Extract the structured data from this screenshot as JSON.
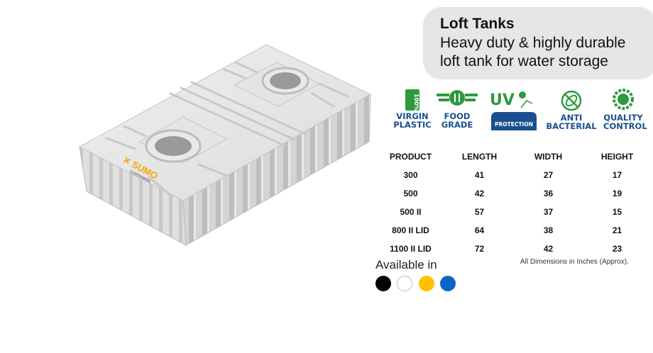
{
  "header": {
    "title": "Loft Tanks",
    "subtitle_lines": [
      "Heavy duty & highly durable",
      "loft tank for water storage"
    ]
  },
  "features": [
    {
      "icon": "virgin-plastic-icon",
      "badge": "100%",
      "lines": [
        "VIRGIN",
        "PLASTIC"
      ]
    },
    {
      "icon": "food-grade-icon",
      "lines": [
        "FOOD",
        "GRADE"
      ]
    },
    {
      "icon": "uv-protection-icon",
      "badge": "UV",
      "lines": [
        "PROTECTION"
      ]
    },
    {
      "icon": "anti-bacterial-icon",
      "lines": [
        "ANTI BACTERIAL"
      ]
    },
    {
      "icon": "quality-control-icon",
      "lines": [
        "QUALITY",
        "CONTROL"
      ]
    }
  ],
  "table": {
    "headers": [
      "PRODUCT",
      "LENGTH",
      "WIDTH",
      "HEIGHT"
    ],
    "rows": [
      [
        "300",
        "41",
        "27",
        "17"
      ],
      [
        "500",
        "42",
        "36",
        "19"
      ],
      [
        "500 II",
        "57",
        "37",
        "15"
      ],
      [
        "800 II LID",
        "64",
        "38",
        "21"
      ],
      [
        "1100 II LID",
        "72",
        "42",
        "23"
      ]
    ],
    "note": "All Dimensions in Inches (Approx)."
  },
  "availability": {
    "label": "Available in",
    "colors": [
      "#000000",
      "#ffffff",
      "#ffc000",
      "#0a66c8"
    ]
  },
  "brand": {
    "logo_text": "SUMO CONTAINERS"
  },
  "colors": {
    "green": "#2e9a3e",
    "blue": "#1a4f8f"
  }
}
